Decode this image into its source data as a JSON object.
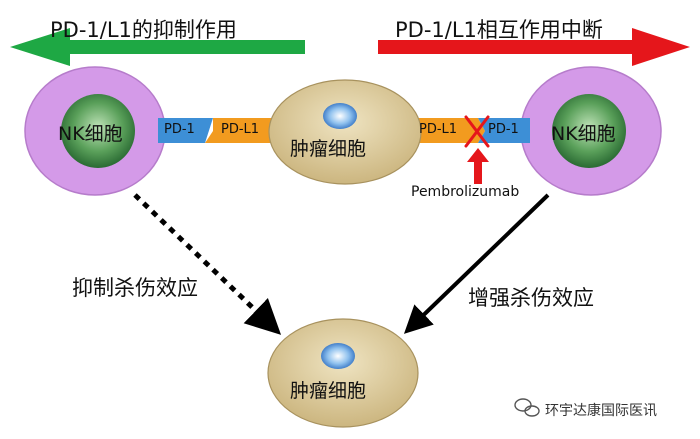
{
  "header": {
    "left_title": "PD-1/L1的抑制作用",
    "right_title": "PD-1/L1相互作用中断"
  },
  "cells": {
    "nk_left": "NK细胞",
    "nk_right": "NK细胞",
    "tumor_top": "肿瘤细胞",
    "tumor_bottom": "肿瘤细胞"
  },
  "receptors": {
    "left_pd1": "PD-1",
    "left_pdl1": "PD-L1",
    "right_pdl1": "PD-L1",
    "right_pd1": "PD-1"
  },
  "drug": "Pembrolizumab",
  "effects": {
    "inhibit": "抑制杀伤效应",
    "enhance": "增强杀伤效应"
  },
  "watermark": "环宇达康国际医讯",
  "colors": {
    "green_arrow": "#1ea844",
    "red_arrow": "#e5161b",
    "nk_outer": "#d49ae8",
    "nk_inner": "#2f7d3a",
    "tumor": "#d8c79a",
    "pd1": "#3d8fd6",
    "pdl1": "#f29b1f"
  }
}
